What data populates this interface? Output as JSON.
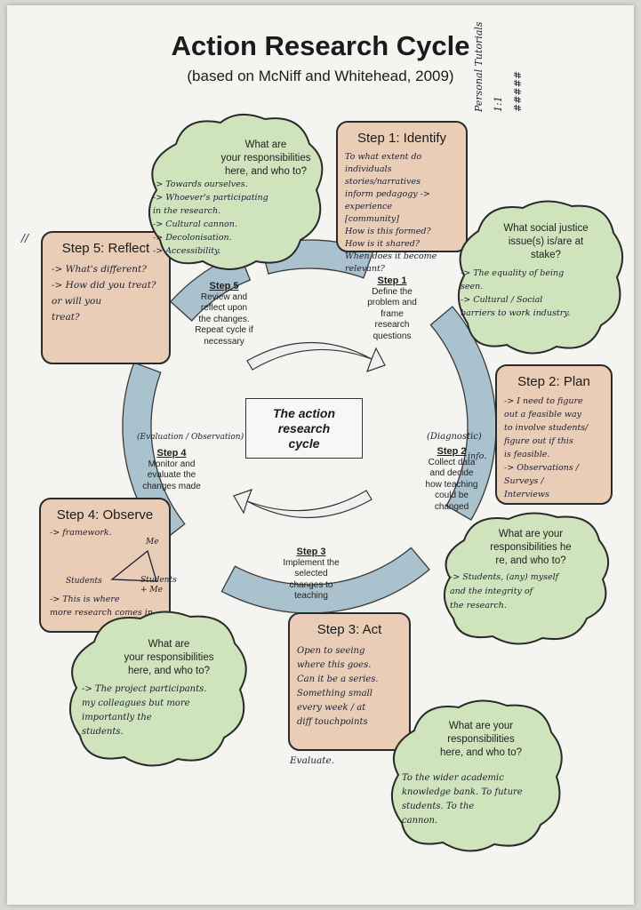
{
  "title": "Action Research Cycle",
  "subtitle": "(based on McNiff and Whitehead, 2009)",
  "margin_note": "Personal Tutorials\n1:1\n#####",
  "center_label": "The action\nresearch\ncycle",
  "cycle_labels": [
    {
      "id": "step1",
      "heading": "Step 1",
      "text": "Define the\nproblem and\nframe\nresearch\nquestions"
    },
    {
      "id": "step2",
      "heading": "Step 2",
      "text": "Collect data\nand decide\nhow teaching\ncould be\nchanged"
    },
    {
      "id": "step3",
      "heading": "Step 3",
      "text": "Implement the\nselected\nchanges to\nteaching"
    },
    {
      "id": "step4",
      "heading": "Step 4",
      "text": "Monitor and\nevaluate the\nchanges made"
    },
    {
      "id": "step5",
      "heading": "Step 5",
      "text": "Review and\nreflect upon\nthe changes.\nRepeat cycle if\nnecessary"
    }
  ],
  "cycle_notes": {
    "step2": "(Diagnostic)",
    "step4": "(Evaluation / Observation)",
    "data_info": "info."
  },
  "boxes": [
    {
      "id": "identify",
      "title": "Step 1: Identify",
      "notes": "To what extent do\nindividuals stories/narratives\ninform pedagogy -> experience\n[community]\nHow is this formed?\nHow is it shared?\nWhen does it become\nrelevant?"
    },
    {
      "id": "plan",
      "title": "Step 2: Plan",
      "notes": "-> I need to figure\nout a feasible way\nto involve students/\nfigure out if this\nis feasible.\n-> Observations / Surveys /\nInterviews"
    },
    {
      "id": "act",
      "title": "Step 3: Act",
      "notes": "Open to seeing\nwhere this goes.\nCan it be a series.\nSomething small\nevery week / at\ndiff touchpoints"
    },
    {
      "id": "observe",
      "title": "Step 4: Observe",
      "notes": "-> framework.\n\n\n\n\n-> This is where\nmore research comes in."
    },
    {
      "id": "reflect",
      "title": "Step 5: Reflect",
      "notes": "-> What's different?\n-> How did you treat?\nor will you\ntreat?"
    }
  ],
  "observe_diagram": {
    "me": "Me",
    "students": "Students",
    "students_me": "Students\n+ Me"
  },
  "act_extra": {
    "evaluate": "Evaluate."
  },
  "reflect_mark": "//",
  "clouds": [
    {
      "id": "cloud-top",
      "question": "What are\nyour responsibilities\nhere, and who to?",
      "notes": "-> Towards ourselves.\n-> Whoever's participating\nin the research.\n-> Cultural cannon.\n-> Decolonisation.\n-> Accessibility."
    },
    {
      "id": "cloud-justice",
      "question": "What social justice\nissue(s) is/are at\nstake?",
      "notes": "-> The equality of being\nseen.\n-> Cultural / Social\nbarriers to work industry."
    },
    {
      "id": "cloud-right",
      "question": "What are your\nresponsibilities he\nre, and who to?",
      "notes": "-> Students, (any) myself\nand the integrity of\nthe research."
    },
    {
      "id": "cloud-left",
      "question": "What are\nyour responsibilities\nhere, and who to?",
      "notes": "-> The project participants.\nmy colleagues but more\nimportantly the\nstudents."
    },
    {
      "id": "cloud-bottom",
      "question": "What are your\nresponsibilities\nhere, and who to?",
      "notes": "To the wider academic\nknowledge bank. To future\nstudents. To the\ncannon."
    }
  ],
  "colors": {
    "box_fill": "#e9cdb6",
    "cloud_fill": "#cfe3bd",
    "ring_fill": "#a9c2cd",
    "ink": "#1e1e33"
  }
}
